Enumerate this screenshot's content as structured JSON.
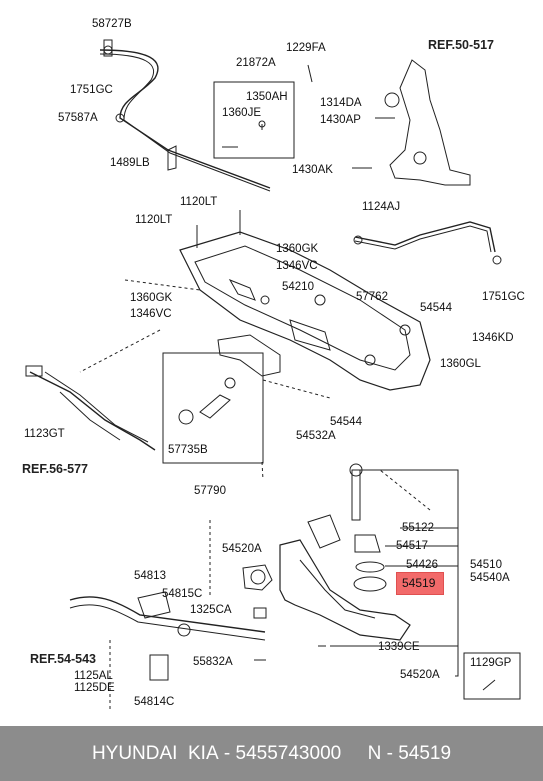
{
  "labels": {
    "l58727B": "58727B",
    "l1751GC_top": "1751GC",
    "l57587A": "57587A",
    "l1489LB": "1489LB",
    "l1229FA": "1229FA",
    "l21872A": "21872A",
    "l1350AH": "1350AH",
    "l1360JE": "1360JE",
    "l1314DA": "1314DA",
    "l1430AP": "1430AP",
    "l1430AK": "1430AK",
    "l1120LT_a": "1120LT",
    "l1120LT_b": "1120LT",
    "l1360GK_r": "1360GK",
    "l1346VC_r": "1346VC",
    "l1124AJ": "1124AJ",
    "l1751GC_r": "1751GC",
    "l1346KD": "1346KD",
    "l54210": "54210",
    "l57762": "57762",
    "l1360GK_l": "1360GK",
    "l1346VC_l": "1346VC",
    "l54544_a": "54544",
    "l1360GL": "1360GL",
    "l1123GT": "1123GT",
    "l57735B": "57735B",
    "l57790": "57790",
    "l54532A": "54532A",
    "l54544_b": "54544",
    "l55122": "55122",
    "l54517": "54517",
    "l54426": "54426",
    "l54510": "54510",
    "l54540A": "54540A",
    "l54520A_a": "54520A",
    "l54813": "54813",
    "l54815C": "54815C",
    "l1325CA": "1325CA",
    "l1339CE": "1339CE",
    "l55832A": "55832A",
    "l54520A_b": "54520A",
    "l1125AL": "1125AL",
    "l1125DE": "1125DE",
    "l54814C": "54814C",
    "l1129GP": "1129GP"
  },
  "refs": {
    "ref50": "REF.50-517",
    "ref56": "REF.56-577",
    "ref54": "REF.54-543"
  },
  "highlight": {
    "part": "54519",
    "color": "#f26a6a"
  },
  "footer": {
    "brand": "HYUNDAI  KIA",
    "sep1": " - ",
    "part_number": "5455743000",
    "gap": "     ",
    "code_prefix": "N - ",
    "code": "54519"
  }
}
